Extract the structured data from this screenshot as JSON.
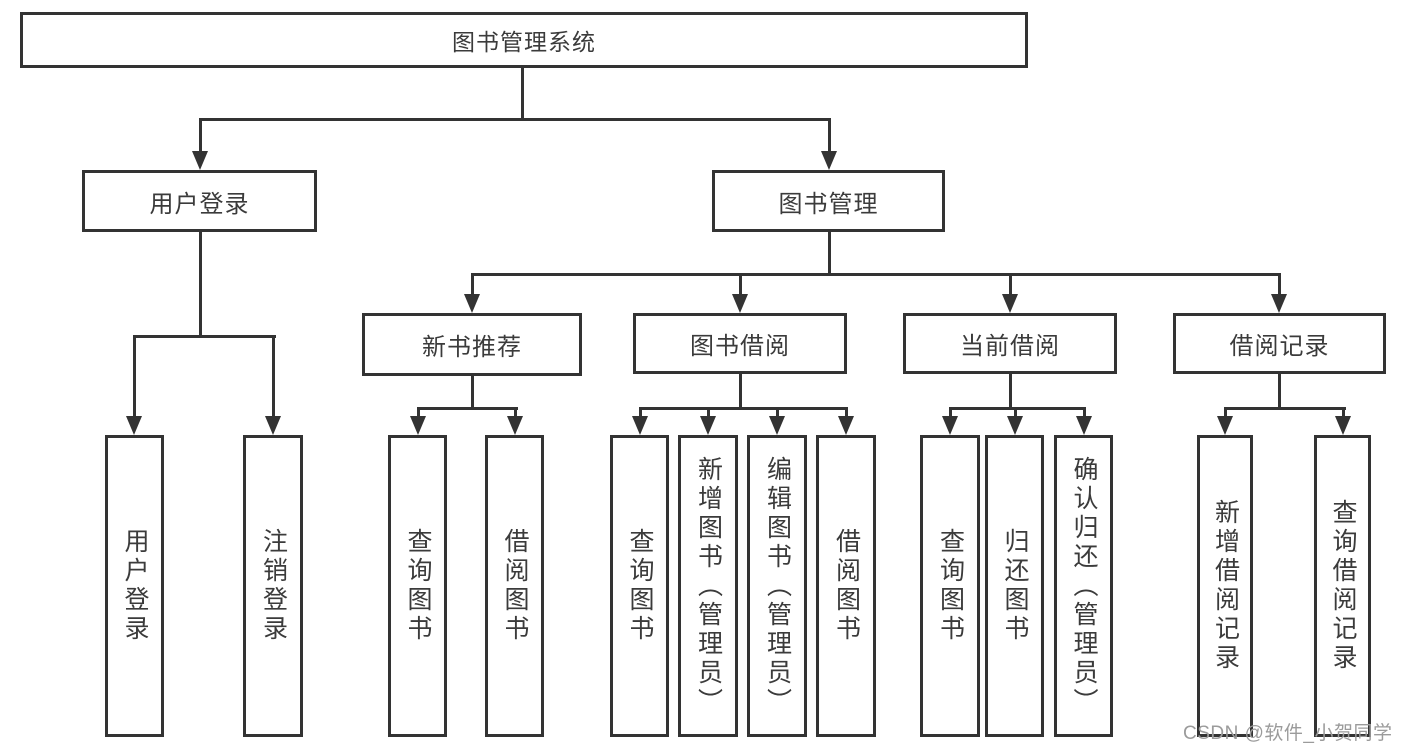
{
  "diagram": {
    "root": {
      "label": "图书管理系统"
    },
    "level2": [
      {
        "label": "用户登录"
      },
      {
        "label": "图书管理"
      }
    ],
    "level3": [
      {
        "label": "新书推荐",
        "parent": "图书管理"
      },
      {
        "label": "图书借阅",
        "parent": "图书管理"
      },
      {
        "label": "当前借阅",
        "parent": "图书管理"
      },
      {
        "label": "借阅记录",
        "parent": "图书管理"
      }
    ],
    "leaves": [
      {
        "label": "用户登录",
        "parent": "用户登录"
      },
      {
        "label": "注销登录",
        "parent": "用户登录"
      },
      {
        "label": "查询图书",
        "parent": "新书推荐"
      },
      {
        "label": "借阅图书",
        "parent": "新书推荐"
      },
      {
        "label": "查询图书",
        "parent": "图书借阅"
      },
      {
        "label": "新增图书（管理员）",
        "parent": "图书借阅"
      },
      {
        "label": "编辑图书（管理员）",
        "parent": "图书借阅"
      },
      {
        "label": "借阅图书",
        "parent": "图书借阅"
      },
      {
        "label": "查询图书",
        "parent": "当前借阅"
      },
      {
        "label": "归还图书",
        "parent": "当前借阅"
      },
      {
        "label": "确认归还（管理员）",
        "parent": "当前借阅"
      },
      {
        "label": "新增借阅记录",
        "parent": "借阅记录"
      },
      {
        "label": "查询借阅记录",
        "parent": "借阅记录"
      }
    ]
  },
  "watermark": {
    "text": "CSDN @软件_小贺同学"
  },
  "colors": {
    "line": "#333333",
    "text": "#3b3b3b",
    "background": "#ffffff",
    "watermark": "#9b9b9b"
  }
}
